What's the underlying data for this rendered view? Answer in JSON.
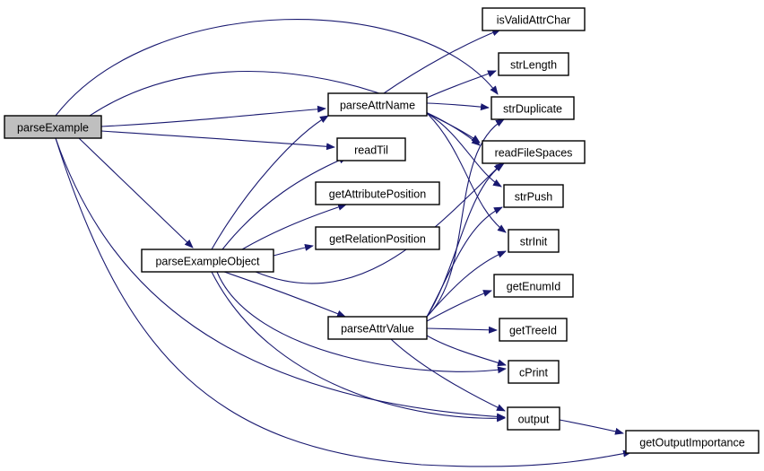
{
  "diagram": {
    "colors": {
      "edge": "#191970",
      "node_fill": "#ffffff",
      "root_fill": "#bfbfbf",
      "border": "#000000"
    },
    "root": "parseExample",
    "nodes": [
      {
        "id": "parseExample",
        "label": "parseExample"
      },
      {
        "id": "parseExampleObject",
        "label": "parseExampleObject"
      },
      {
        "id": "parseAttrName",
        "label": "parseAttrName"
      },
      {
        "id": "readTil",
        "label": "readTil"
      },
      {
        "id": "getAttributePosition",
        "label": "getAttributePosition"
      },
      {
        "id": "getRelationPosition",
        "label": "getRelationPosition"
      },
      {
        "id": "parseAttrValue",
        "label": "parseAttrValue"
      },
      {
        "id": "isValidAttrChar",
        "label": "isValidAttrChar"
      },
      {
        "id": "strLength",
        "label": "strLength"
      },
      {
        "id": "strDuplicate",
        "label": "strDuplicate"
      },
      {
        "id": "readFileSpaces",
        "label": "readFileSpaces"
      },
      {
        "id": "strPush",
        "label": "strPush"
      },
      {
        "id": "strInit",
        "label": "strInit"
      },
      {
        "id": "getEnumId",
        "label": "getEnumId"
      },
      {
        "id": "getTreeId",
        "label": "getTreeId"
      },
      {
        "id": "cPrint",
        "label": "cPrint"
      },
      {
        "id": "output",
        "label": "output"
      },
      {
        "id": "getOutputImportance",
        "label": "getOutputImportance"
      }
    ],
    "edges": [
      {
        "from": "parseExample",
        "to": "parseAttrName"
      },
      {
        "from": "parseExample",
        "to": "readTil"
      },
      {
        "from": "parseExample",
        "to": "strDuplicate"
      },
      {
        "from": "parseExample",
        "to": "readFileSpaces"
      },
      {
        "from": "parseExample",
        "to": "parseExampleObject"
      },
      {
        "from": "parseExample",
        "to": "output"
      },
      {
        "from": "parseExample",
        "to": "getOutputImportance"
      },
      {
        "from": "parseExampleObject",
        "to": "parseAttrName"
      },
      {
        "from": "parseExampleObject",
        "to": "readTil"
      },
      {
        "from": "parseExampleObject",
        "to": "getAttributePosition"
      },
      {
        "from": "parseExampleObject",
        "to": "getRelationPosition"
      },
      {
        "from": "parseExampleObject",
        "to": "readFileSpaces"
      },
      {
        "from": "parseExampleObject",
        "to": "parseAttrValue"
      },
      {
        "from": "parseExampleObject",
        "to": "cPrint"
      },
      {
        "from": "parseExampleObject",
        "to": "output"
      },
      {
        "from": "parseAttrName",
        "to": "isValidAttrChar"
      },
      {
        "from": "parseAttrName",
        "to": "strLength"
      },
      {
        "from": "parseAttrName",
        "to": "strDuplicate"
      },
      {
        "from": "parseAttrName",
        "to": "readFileSpaces"
      },
      {
        "from": "parseAttrName",
        "to": "strPush"
      },
      {
        "from": "parseAttrName",
        "to": "strInit"
      },
      {
        "from": "parseAttrValue",
        "to": "strDuplicate"
      },
      {
        "from": "parseAttrValue",
        "to": "readFileSpaces"
      },
      {
        "from": "parseAttrValue",
        "to": "strPush"
      },
      {
        "from": "parseAttrValue",
        "to": "strInit"
      },
      {
        "from": "parseAttrValue",
        "to": "getEnumId"
      },
      {
        "from": "parseAttrValue",
        "to": "getTreeId"
      },
      {
        "from": "parseAttrValue",
        "to": "cPrint"
      },
      {
        "from": "parseAttrValue",
        "to": "output"
      },
      {
        "from": "output",
        "to": "getOutputImportance"
      }
    ]
  }
}
